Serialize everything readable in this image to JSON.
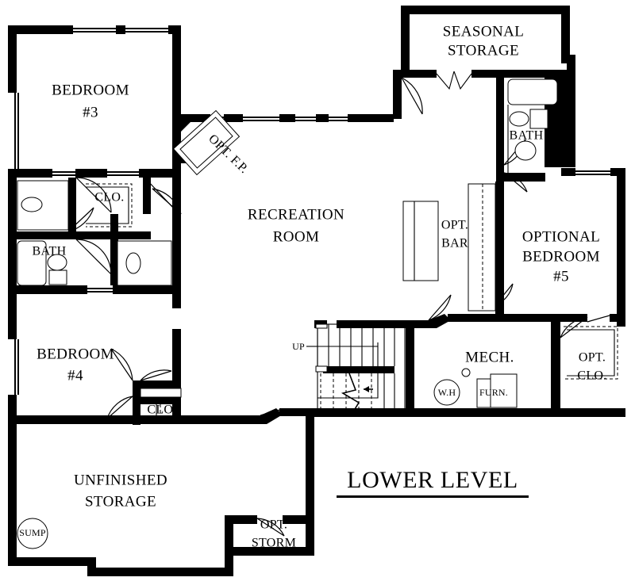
{
  "document": {
    "type": "architectural-floor-plan",
    "title": "LOWER LEVEL"
  },
  "rooms": {
    "bedroom3": {
      "line1": "BEDROOM",
      "line2": "#3"
    },
    "bedroom4": {
      "line1": "BEDROOM",
      "line2": "#4"
    },
    "bath_left": {
      "label": "BATH"
    },
    "bath_right": {
      "label": "BATH"
    },
    "closet_bed3": {
      "label": "CLO."
    },
    "closet_bed4": {
      "label": "CLO."
    },
    "recreation": {
      "line1": "RECREATION",
      "line2": "ROOM"
    },
    "seasonal_storage": {
      "line1": "SEASONAL",
      "line2": "STORAGE"
    },
    "optional_bedroom5": {
      "line1": "OPTIONAL",
      "line2": "BEDROOM",
      "line3": "#5"
    },
    "optional_closet": {
      "line1": "OPT.",
      "line2": "CLO."
    },
    "optional_bar": {
      "line1": "OPT.",
      "line2": "BAR"
    },
    "optional_fireplace": {
      "label": "OPT. F.P."
    },
    "mechanical": {
      "label": "MECH."
    },
    "unfinished_storage": {
      "line1": "UNFINISHED",
      "line2": "STORAGE"
    },
    "optional_storm": {
      "line1": "OPT.",
      "line2": "STORM"
    }
  },
  "fixtures": {
    "water_heater": {
      "label": "W.H"
    },
    "furnace": {
      "label": "FURN."
    },
    "sump_pump": {
      "label": "SUMP"
    },
    "stairs": {
      "direction_label": "UP"
    }
  },
  "colors": {
    "wall": "#000000",
    "background": "#ffffff",
    "fixture_stroke": "#000000"
  }
}
